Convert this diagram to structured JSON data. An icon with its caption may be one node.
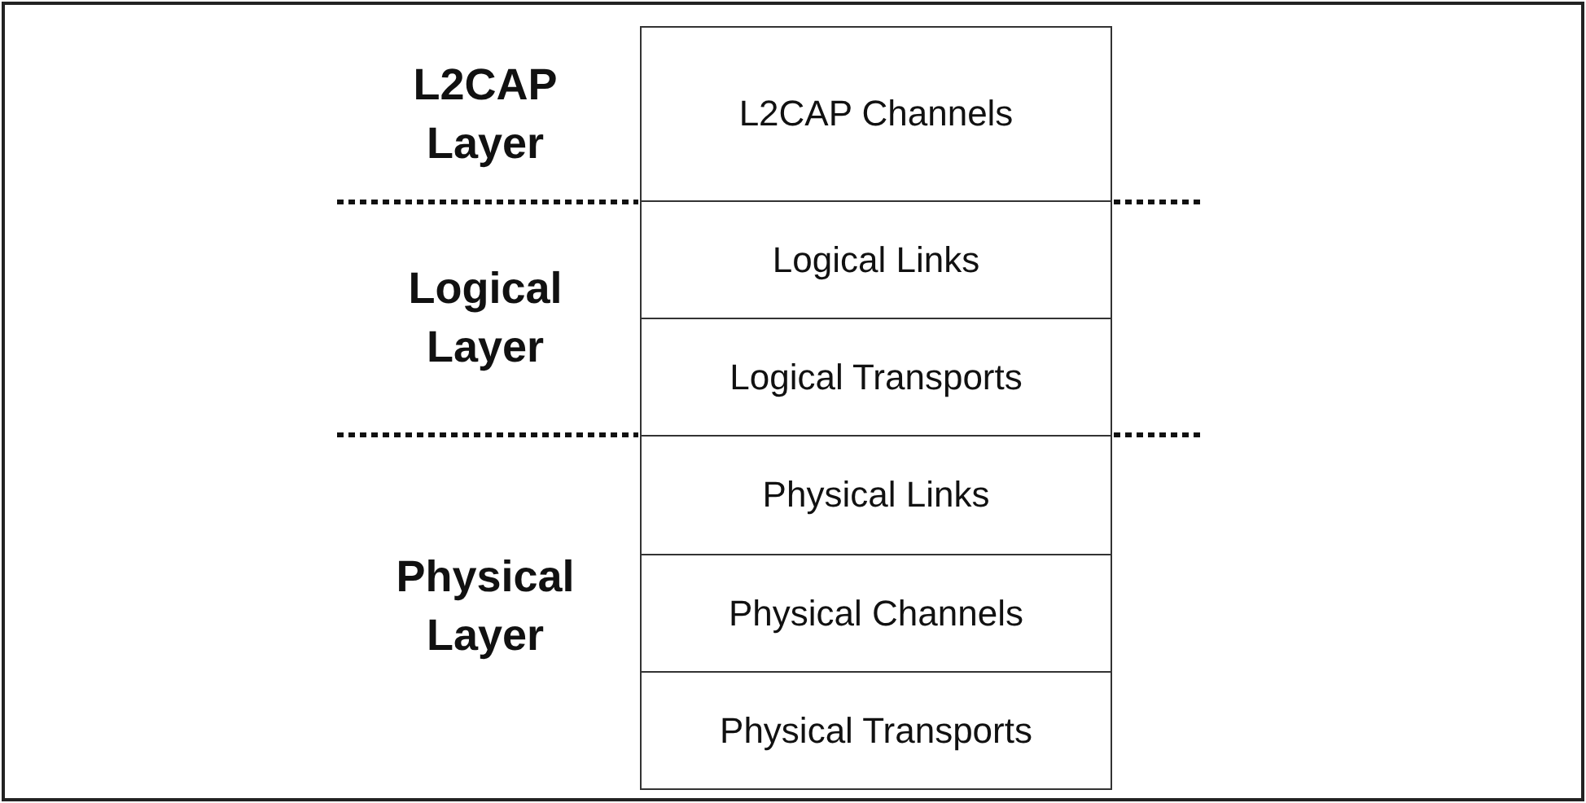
{
  "diagram": {
    "nodes": [
      {
        "text": [
          "L2CAP Channels"
        ]
      },
      {
        "text": [
          "Logical Links"
        ]
      },
      {
        "text": [
          "Logical Transports"
        ]
      },
      {
        "text": [
          "Physical Links"
        ]
      },
      {
        "text": [
          "Physical Channels"
        ]
      },
      {
        "text": [
          "Physical Transports"
        ]
      }
    ],
    "labels": [
      "L2CAP Layer",
      "Logical Layer",
      "Physical Layer"
    ]
  }
}
